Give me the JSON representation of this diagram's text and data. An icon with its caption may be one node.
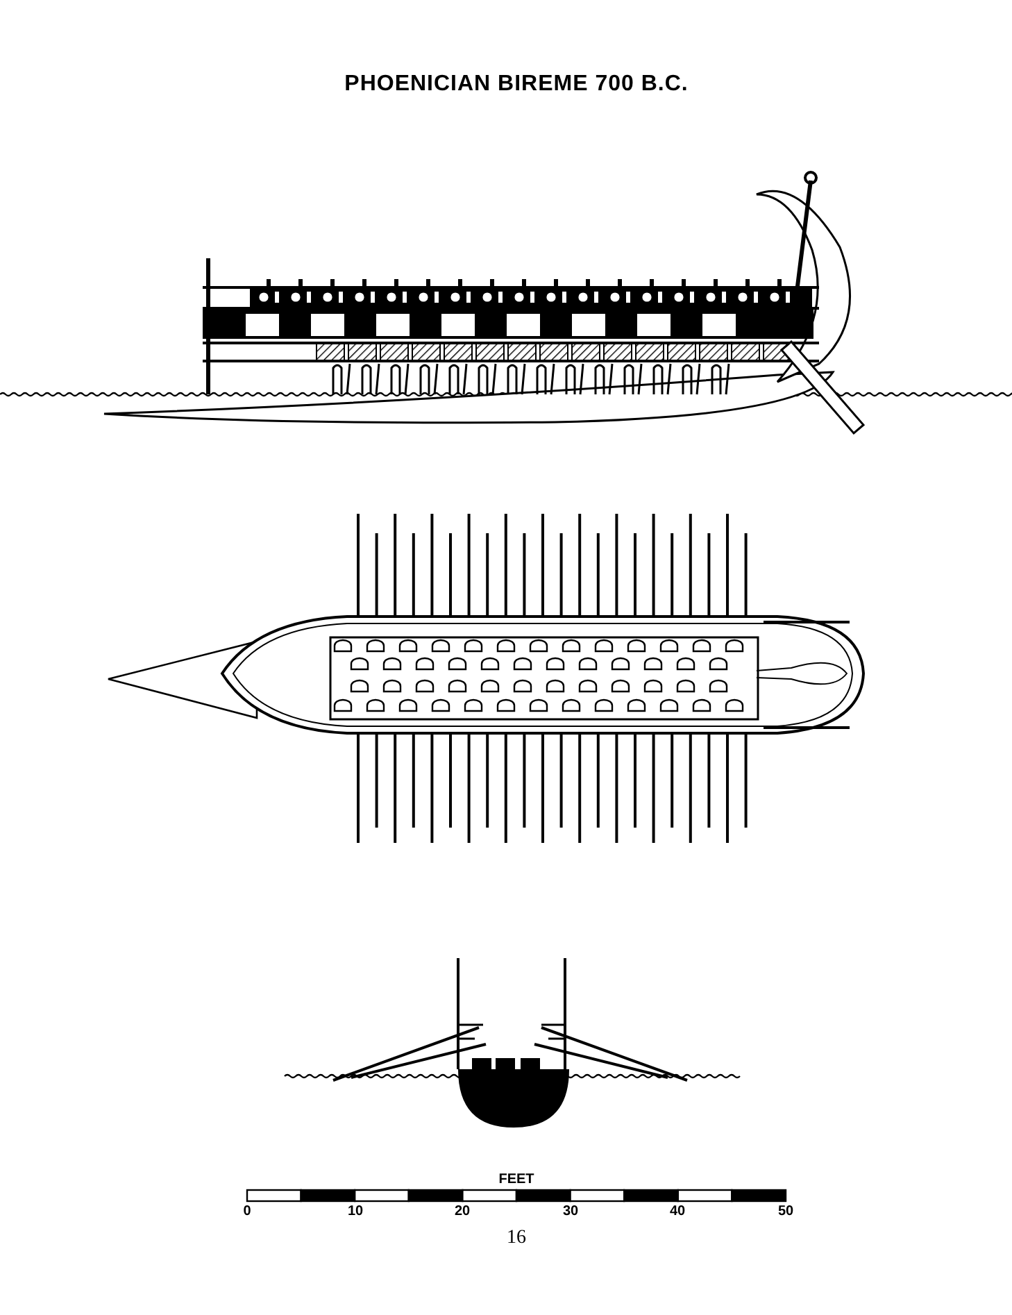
{
  "diagram": {
    "title": "PHOENICIAN BIREME 700 B.C.",
    "labels": [
      "FEET",
      "0",
      "10",
      "20",
      "30",
      "40",
      "50",
      "16"
    ]
  }
}
